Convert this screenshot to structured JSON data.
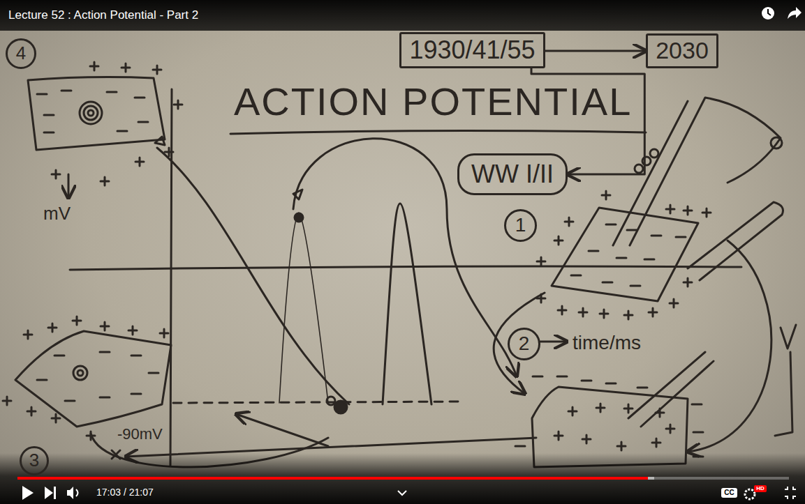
{
  "diagram": {
    "title": "ACTION POTENTIAL",
    "nodes": [
      {
        "text": [
          "1930/41/55"
        ]
      },
      {
        "text": [
          "2030"
        ]
      },
      {
        "text": [
          "4"
        ]
      },
      {
        "text": [
          "WW I/II"
        ]
      },
      {
        "text": [
          "1"
        ]
      },
      {
        "text": [
          "2"
        ]
      },
      {
        "text": [
          "3"
        ]
      },
      {
        "text": [
          "CC"
        ]
      },
      {
        "text": [
          "HD"
        ]
      }
    ],
    "edges": [
      {
        "from": 0,
        "to": 1,
        "arrow": "to"
      },
      {
        "from": 0,
        "to": 3,
        "arrow": "to"
      }
    ],
    "labels": [
      "Lecture 52 : Action Potential - Part 2",
      "mV",
      "time/ms",
      "-90mV",
      "17:03 / 21:07"
    ]
  }
}
